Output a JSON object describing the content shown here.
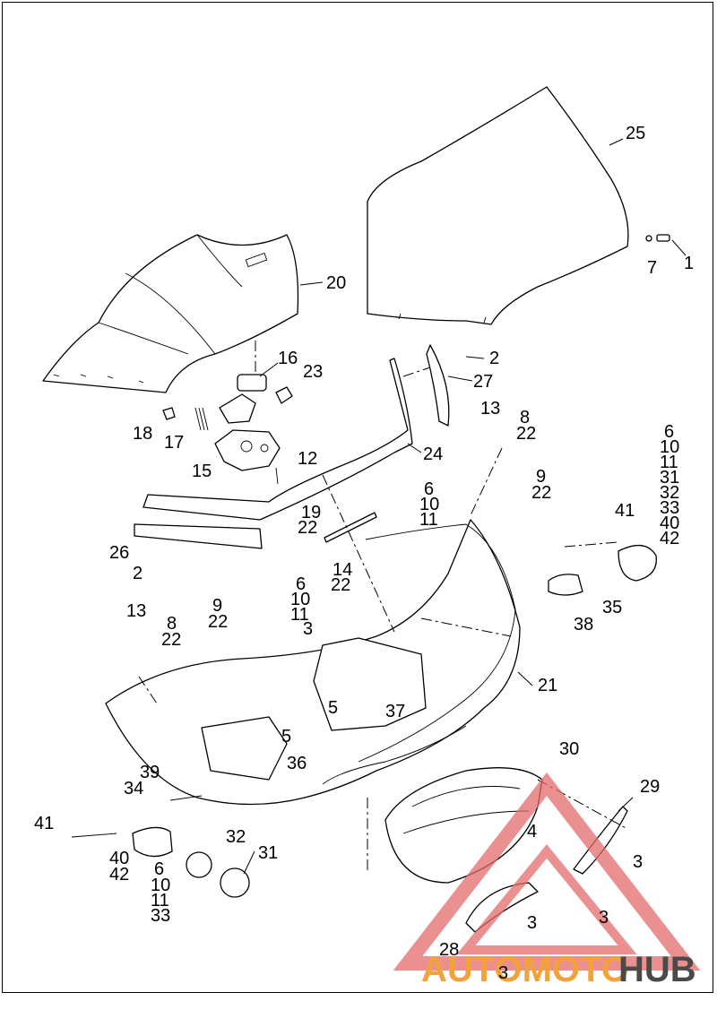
{
  "diagram": {
    "callouts": [
      {
        "id": "c25",
        "text": "25"
      },
      {
        "id": "c7",
        "text": "7"
      },
      {
        "id": "c1",
        "text": "1"
      },
      {
        "id": "c20",
        "text": "20"
      },
      {
        "id": "c2a",
        "text": "2"
      },
      {
        "id": "c27",
        "text": "27"
      },
      {
        "id": "c16",
        "text": "16"
      },
      {
        "id": "c23",
        "text": "23"
      },
      {
        "id": "c18",
        "text": "18"
      },
      {
        "id": "c17",
        "text": "17"
      },
      {
        "id": "c15",
        "text": "15"
      },
      {
        "id": "c12",
        "text": "12"
      },
      {
        "id": "c24",
        "text": "24"
      },
      {
        "id": "c13a",
        "text": "13"
      },
      {
        "id": "c8a",
        "text": "8"
      },
      {
        "id": "c22a",
        "text": "22"
      },
      {
        "id": "c9a",
        "text": "9"
      },
      {
        "id": "c22b",
        "text": "22"
      },
      {
        "id": "c6a",
        "text": "6"
      },
      {
        "id": "c10a",
        "text": "10"
      },
      {
        "id": "c11a",
        "text": "11"
      },
      {
        "id": "c31a",
        "text": "31"
      },
      {
        "id": "c32a",
        "text": "32"
      },
      {
        "id": "c33a",
        "text": "33"
      },
      {
        "id": "c40a",
        "text": "40"
      },
      {
        "id": "c42a",
        "text": "42"
      },
      {
        "id": "c6b",
        "text": "6"
      },
      {
        "id": "c10b",
        "text": "10"
      },
      {
        "id": "c11b",
        "text": "11"
      },
      {
        "id": "c19",
        "text": "19"
      },
      {
        "id": "c22c",
        "text": "22"
      },
      {
        "id": "c41a",
        "text": "41"
      },
      {
        "id": "c26",
        "text": "26"
      },
      {
        "id": "c2b",
        "text": "2"
      },
      {
        "id": "c14",
        "text": "14"
      },
      {
        "id": "c22d",
        "text": "22"
      },
      {
        "id": "c6c",
        "text": "6"
      },
      {
        "id": "c10c",
        "text": "10"
      },
      {
        "id": "c11c",
        "text": "11"
      },
      {
        "id": "c13b",
        "text": "13"
      },
      {
        "id": "c8b",
        "text": "8"
      },
      {
        "id": "c22e",
        "text": "22"
      },
      {
        "id": "c9b",
        "text": "9"
      },
      {
        "id": "c22f",
        "text": "22"
      },
      {
        "id": "c3a",
        "text": "3"
      },
      {
        "id": "c35",
        "text": "35"
      },
      {
        "id": "c38",
        "text": "38"
      },
      {
        "id": "c21",
        "text": "21"
      },
      {
        "id": "c5a",
        "text": "5"
      },
      {
        "id": "c37",
        "text": "37"
      },
      {
        "id": "c5b",
        "text": "5"
      },
      {
        "id": "c36",
        "text": "36"
      },
      {
        "id": "c30",
        "text": "30"
      },
      {
        "id": "c39",
        "text": "39"
      },
      {
        "id": "c34",
        "text": "34"
      },
      {
        "id": "c29",
        "text": "29"
      },
      {
        "id": "c41b",
        "text": "41"
      },
      {
        "id": "c32b",
        "text": "32"
      },
      {
        "id": "c31b",
        "text": "31"
      },
      {
        "id": "c4",
        "text": "4"
      },
      {
        "id": "c3b",
        "text": "3"
      },
      {
        "id": "c40b",
        "text": "40"
      },
      {
        "id": "c42b",
        "text": "42"
      },
      {
        "id": "c6d",
        "text": "6"
      },
      {
        "id": "c10d",
        "text": "10"
      },
      {
        "id": "c11d",
        "text": "11"
      },
      {
        "id": "c33b",
        "text": "33"
      },
      {
        "id": "c3c",
        "text": "3"
      },
      {
        "id": "c3d",
        "text": "3"
      },
      {
        "id": "c28",
        "text": "28"
      },
      {
        "id": "c3e",
        "text": "3"
      }
    ]
  },
  "watermark": {
    "part1": "AUTOMOTO",
    "part2": "HUB",
    "color_accent": "#f2a23a",
    "color_dark": "#4a4a4a",
    "triangle_color": "#e36b6b"
  }
}
